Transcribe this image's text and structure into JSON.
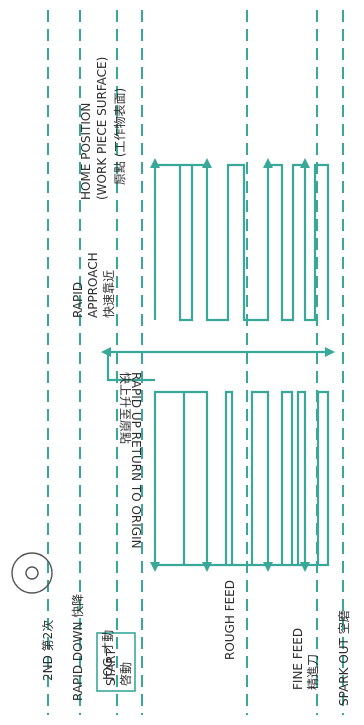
{
  "labels": {
    "second": "2ND 第2次",
    "rapid_down": "RAPID DOWN 快降",
    "jog": "JOG 才動",
    "start_en": "START",
    "start_zh": "啓動",
    "rough_feed": "ROUGH FEED",
    "fine_feed_en": "FINE FEED",
    "fine_feed_zh": "精進刀",
    "spark_out": "SPARK OUT 空磨",
    "home_en1": "HOME POSITION",
    "home_en2": "(WORK PIECE SURFACE)",
    "home_zh": "原點 (工作物表面)",
    "rapid_approach_en1": "RAPID",
    "rapid_approach_en2": "APPROACH",
    "rapid_approach_zh": "快速靠近",
    "rapid_up_en": "RAPID UP RETURN TO ORIGIN",
    "rapid_up_zh": "快上升至原點"
  },
  "colors": {
    "line": "#3aa898",
    "text": "#2f2f2f",
    "icon": "#555555"
  }
}
